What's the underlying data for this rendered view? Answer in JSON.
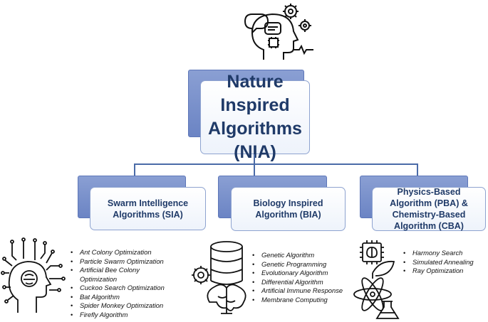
{
  "root": {
    "title": "Nature Inspired Algorithms (NIA)"
  },
  "categories": [
    {
      "title": "Swarm Intelligence Algorithms (SIA)",
      "items": [
        "Ant Colony Optimization",
        "Particle Swarm Optimization",
        "Artificial Bee Colony Optimization",
        "Cuckoo Search Optimization",
        "Bat Algorithm",
        "Spider Monkey Optimization",
        "Firefly Algorithm"
      ]
    },
    {
      "title": "Biology Inspired Algorithm (BIA)",
      "items": [
        "Genetic Algorithm",
        "Genetic Programming",
        "Evolutionary Algorithm",
        "Differential Algorithm",
        "Artificial Immune Response",
        "Membrane Computing"
      ]
    },
    {
      "title": "Physics-Based Algorithm (PBA) & Chemistry-Based Algorithm (CBA)",
      "items": [
        "Harmony Search",
        "Simulated Annealing",
        "Ray Optimization"
      ]
    }
  ],
  "icons": [
    "head-gears-icon",
    "ai-head-icon",
    "database-brain-icon",
    "chip-brain-atom-icon"
  ],
  "colors": {
    "box_back": "#6b84c4",
    "title_text": "#1f3a68",
    "connector": "#4a6ba8"
  }
}
